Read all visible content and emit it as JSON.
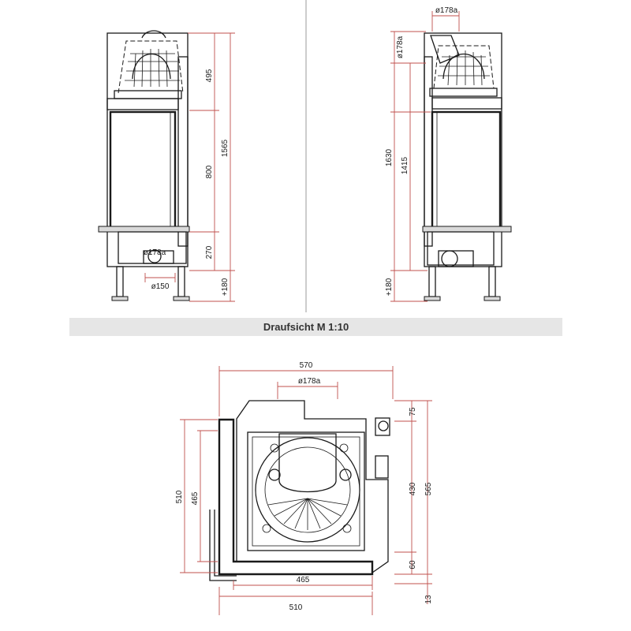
{
  "front_view": {
    "dims": {
      "upper": "495",
      "glass": "800",
      "total": "1565",
      "lower": "270",
      "leg": "+180",
      "flue": "ø178a",
      "outlet": "ø150"
    }
  },
  "side_view": {
    "dims": {
      "flue_top": "ø178a",
      "flue_side": "ø178a",
      "total": "1630",
      "glass_top": "1415",
      "leg": "+180"
    }
  },
  "section_title": "Draufsicht M 1:10",
  "top_view": {
    "dims": {
      "width_total": "570",
      "flue": "ø178a",
      "depth_510": "510",
      "depth_465": "465",
      "right_75": "75",
      "right_430": "430",
      "right_565": "565",
      "right_60": "60",
      "right_13": "13",
      "bottom_465": "465",
      "bottom_510": "510"
    }
  }
}
